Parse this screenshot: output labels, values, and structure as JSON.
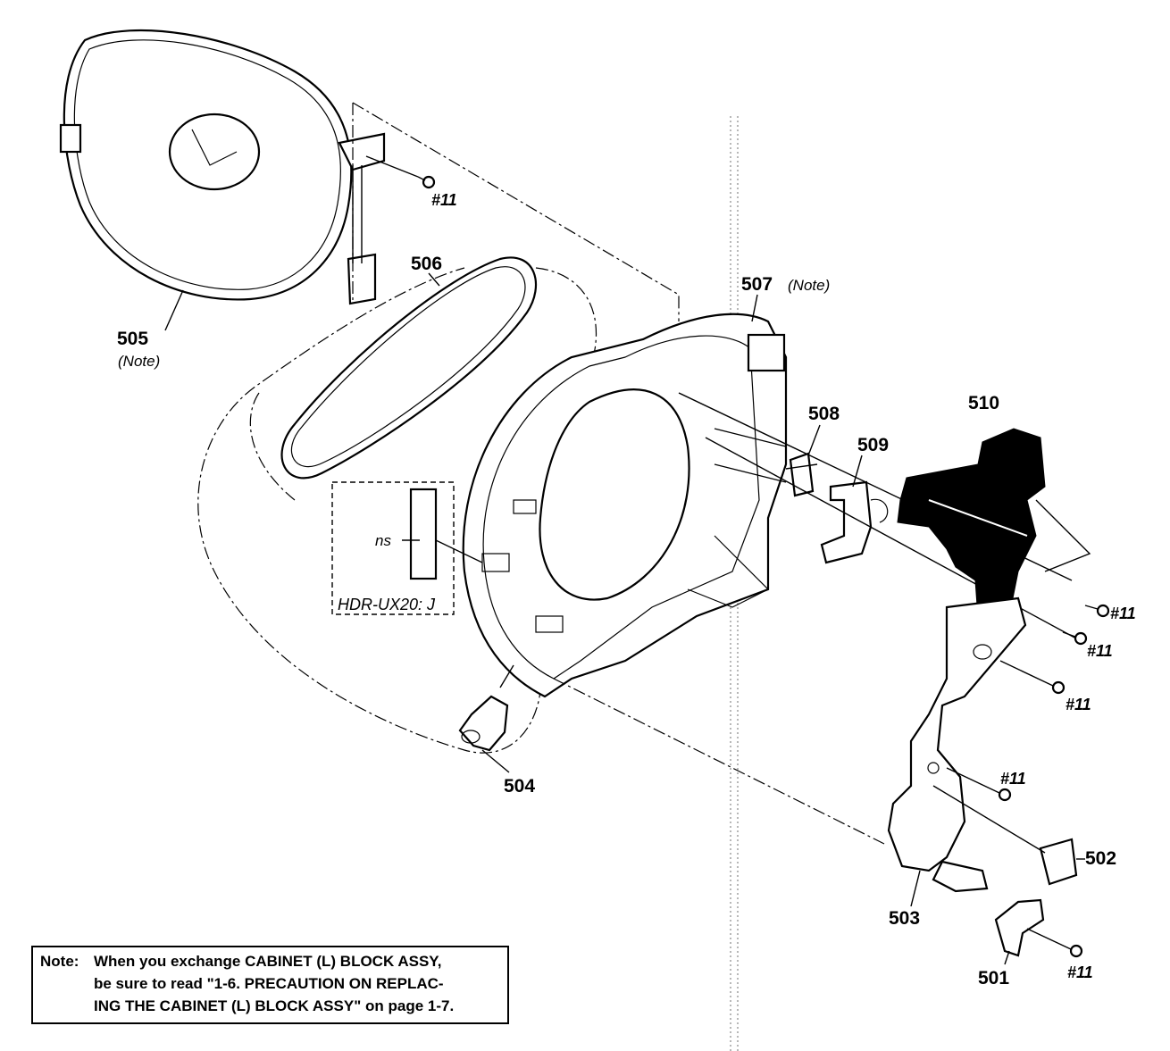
{
  "labels": {
    "p501": "501",
    "p502": "502",
    "p503": "503",
    "p504": "504",
    "p505": "505",
    "p505_note": "(Note)",
    "p506": "506",
    "p507": "507",
    "p507_note": "(Note)",
    "p508": "508",
    "p509": "509",
    "p510": "510",
    "ns": "ns",
    "model": "HDR-UX20: J"
  },
  "screws": {
    "s1": "#11",
    "s2": "#11",
    "s3": "#11",
    "s4": "#11",
    "s5": "#11",
    "s6": "#11"
  },
  "note": {
    "prefix": "Note:",
    "line1": "When you exchange CABINET (L) BLOCK ASSY,",
    "line2": "be sure to read \"1-6. PRECAUTION ON REPLAC-",
    "line3": "ING THE CABINET (L) BLOCK ASSY\" on page 1-7."
  }
}
